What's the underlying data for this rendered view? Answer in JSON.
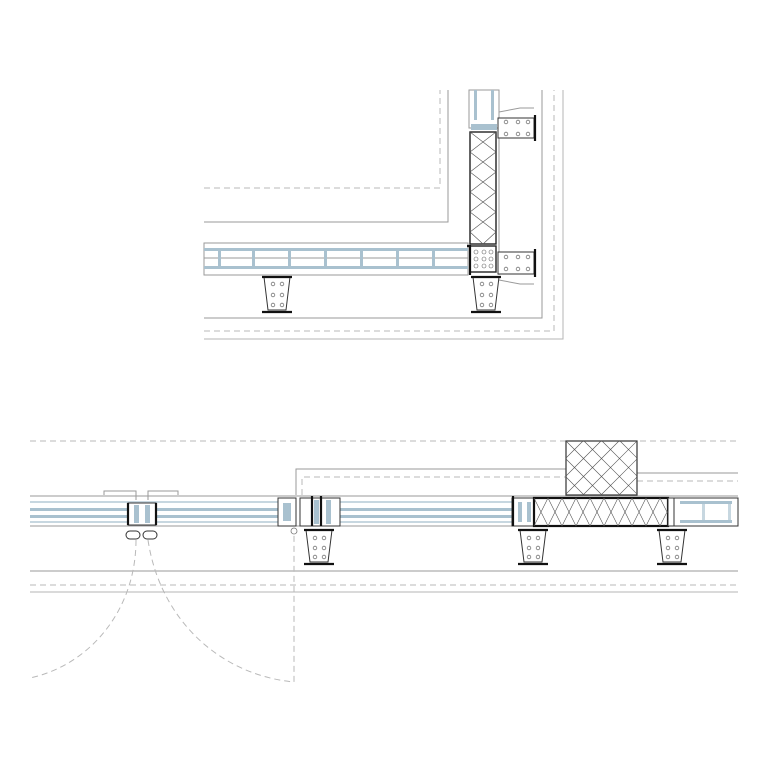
{
  "drawing": {
    "type": "architectural-plan-detail",
    "views": [
      {
        "id": "corner-detail",
        "description": ""
      },
      {
        "id": "facade-plan-with-door",
        "description": ""
      }
    ],
    "colors": {
      "line": "#9a9a9a",
      "structure": "#111111",
      "glass": "#a9c1cf",
      "background": "#ffffff"
    }
  }
}
